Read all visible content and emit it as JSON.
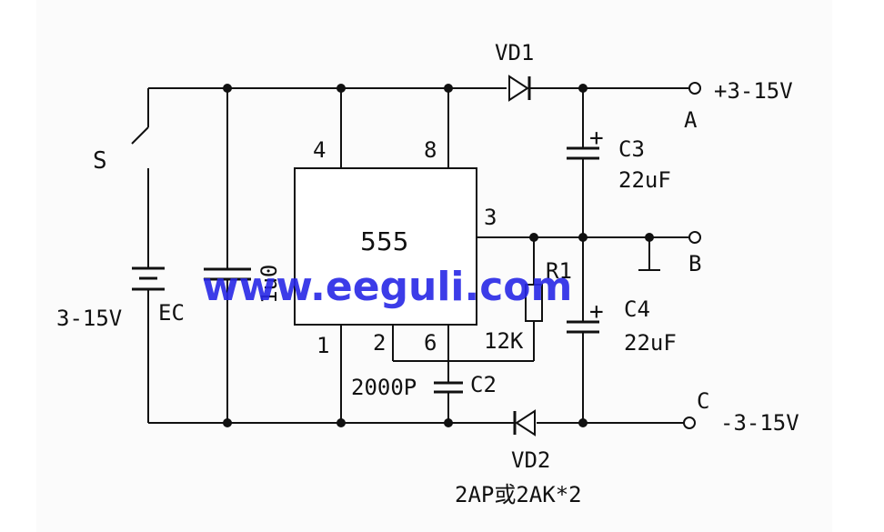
{
  "ic": {
    "part": "555",
    "pins": {
      "p4": "4",
      "p8": "8",
      "p3": "3",
      "p1": "1",
      "p2": "2",
      "p6": "6"
    }
  },
  "switch": {
    "label": "S"
  },
  "battery": {
    "label": "EC",
    "voltage": "3-15V"
  },
  "cap_c1": {
    "label": "1u0"
  },
  "diode_vd1": {
    "label": "VD1"
  },
  "diode_vd2": {
    "label": "VD2",
    "part": "2AP或2AK*2"
  },
  "cap_c3": {
    "label": "C3",
    "value": "22uF",
    "polarity": "+"
  },
  "cap_c4": {
    "label": "C4",
    "value": "22uF",
    "polarity": "+"
  },
  "cap_c2": {
    "label": "C2",
    "value": "2000P"
  },
  "resistor_r1": {
    "label": "R1",
    "value": "12K"
  },
  "terminal_a": {
    "label": "A",
    "voltage": "+3-15V"
  },
  "terminal_b": {
    "label": "B"
  },
  "terminal_c": {
    "label": "C",
    "voltage": "-3-15V"
  },
  "watermark": {
    "text": "www.eeguli.com"
  },
  "colors": {
    "wire": "#111111",
    "background": "#fbfbfb",
    "watermark": "#2828e6"
  }
}
